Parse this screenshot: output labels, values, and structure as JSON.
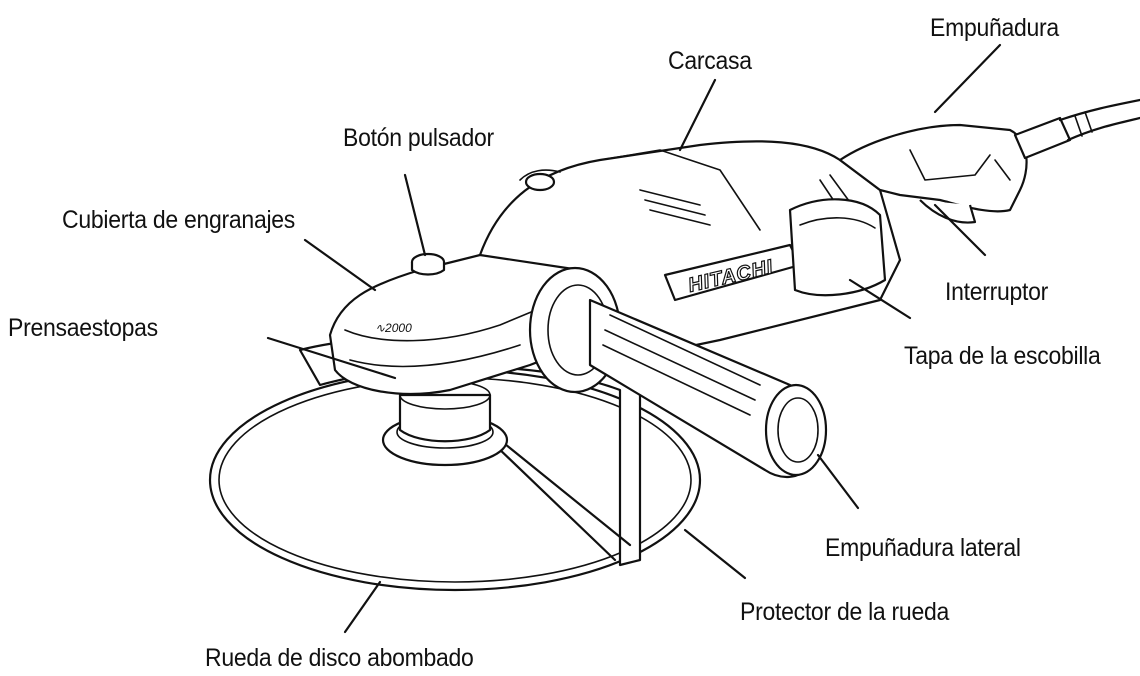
{
  "brand": "HITACHI",
  "labels": {
    "empunadura": "Empuñadura",
    "carcasa": "Carcasa",
    "boton_pulsador": "Botón pulsador",
    "cubierta_engranajes": "Cubierta de engranajes",
    "interruptor": "Interruptor",
    "prensaestopas": "Prensaestopas",
    "tapa_escobilla": "Tapa de la escobilla",
    "empunadura_lateral": "Empuñadura lateral",
    "protector_rueda": "Protector de la rueda",
    "rueda_disco": "Rueda de disco abombado"
  }
}
